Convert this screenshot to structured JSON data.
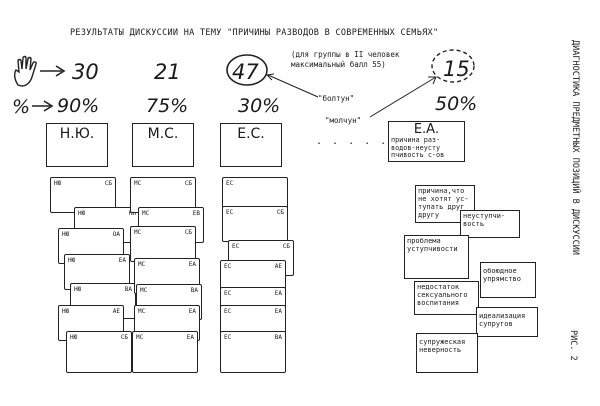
{
  "title": "РЕЗУЛЬТАТЫ ДИСКУССИИ НА ТЕМУ  \"ПРИЧИНЫ РАЗВОДОВ В СОВРЕМЕННЫХ СЕМЬЯХ\"",
  "side_title": "ДИАГНОСТИКА ПРЕДМЕТНЫХ ПОЗИЦИЙ В ДИСКУССИИ",
  "figure_label": "РИС. 2",
  "icons": {
    "hand": "raised-hand-icon"
  },
  "scores": [
    "30",
    "21",
    "47",
    "15"
  ],
  "percents": [
    "90%",
    "75%",
    "30%",
    "50%"
  ],
  "note_group": "(для группы в II человек\nмаксимальный балл 55)",
  "label_boltun": "\"болтун\"",
  "label_molchun": "\"молчун\"",
  "dots": ". . . . . .",
  "participants": [
    {
      "name": "Н.Ю.",
      "code": "НЮ",
      "cards": [
        "СБ",
        "НИ",
        "ОА",
        "ЕА",
        "ВА",
        "АЕ",
        "СБ"
      ]
    },
    {
      "name": "М.С.",
      "code": "МС",
      "cards": [
        "СБ",
        "ЕВ",
        "СБ",
        "ЕА",
        "ВА",
        "ЕА",
        "ЕА"
      ]
    },
    {
      "name": "Е.С.",
      "code": "ЕС",
      "cards": [
        "",
        "СБ",
        "СБ",
        "АЕ",
        "ЕА",
        "ЕА",
        "ВА"
      ]
    }
  ],
  "ea_card": {
    "name": "Е.А.",
    "text": "причина раз-\nводов-неусту\nпчивость с-ов"
  },
  "reason_cards": [
    "причина,что\nне хотят ус-\nтупать друг\nдругу",
    "неуступчи-\nвость",
    "проблема\nуступчивости",
    "обоюдное\nупрямство",
    "недостаток\nсексуального\nвоспитания",
    "идеализация\nсупругов",
    "супружеская\nневерность"
  ]
}
